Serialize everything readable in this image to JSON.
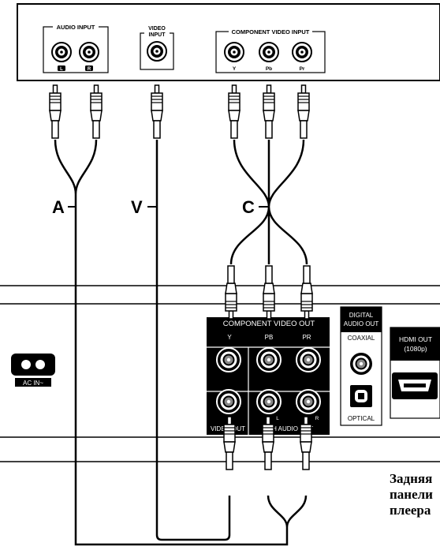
{
  "tv": {
    "audio_input": "AUDIO INPUT",
    "audio_l": "L",
    "audio_r": "R",
    "video_input_line1": "VIDEO",
    "video_input_line2": "INPUT",
    "component_input": "COMPONENT VIDEO INPUT",
    "y": "Y",
    "pb": "Pb",
    "pr": "Pr"
  },
  "cables": {
    "a": "A",
    "v": "V",
    "c": "C"
  },
  "player": {
    "component_out": "COMPONENT VIDEO OUT",
    "y": "Y",
    "pb": "PB",
    "pr": "PR",
    "video_out": "VIDEO OUT",
    "audio_out": "2CH AUDIO OUT",
    "audio_l": "L",
    "audio_r": "R",
    "digital_line1": "DIGITAL",
    "digital_line2": "AUDIO OUT",
    "coaxial": "COAXIAL",
    "optical": "OPTICAL",
    "hdmi_line1": "HDMI OUT",
    "hdmi_line2": "(1080p)",
    "ac_in": "AC IN~"
  },
  "caption": {
    "line1": "Задняя",
    "line2": "панели",
    "line3": "плеера"
  }
}
